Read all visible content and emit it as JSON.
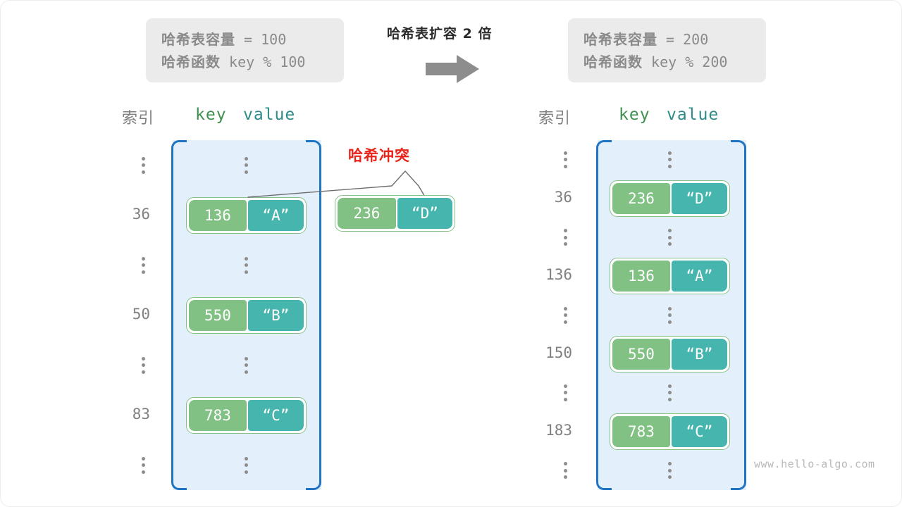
{
  "diagram": {
    "transition_title": "哈希表扩容 2 倍",
    "arrow_icon": "right-arrow-icon",
    "watermark": "www.hello-algo.com",
    "colors": {
      "panel_bg": "#e3effa",
      "bracket": "#1f74c4",
      "key_fill": "#81c183",
      "value_fill": "#46b5ae",
      "pair_border": "#86c186",
      "info_bg": "#ebebeb",
      "collision_red": "#e8231a",
      "index_gray": "#808080",
      "key_header_green": "#3f8f4f",
      "value_header_teal": "#2e8b87"
    }
  },
  "before": {
    "info": {
      "capacity_label": "哈希表容量",
      "capacity_expr": " = 100",
      "function_label": "哈希函数",
      "function_expr": " key % 100"
    },
    "headers": {
      "index": "索引",
      "key": "key",
      "value": "value"
    },
    "rows": [
      {
        "type": "dots",
        "index": "⋮",
        "dots": true
      },
      {
        "type": "entry",
        "index": "36",
        "key": "136",
        "value": "“A”"
      },
      {
        "type": "dots",
        "index": "⋮",
        "dots": true
      },
      {
        "type": "entry",
        "index": "50",
        "key": "550",
        "value": "“B”"
      },
      {
        "type": "dots",
        "index": "⋮",
        "dots": true
      },
      {
        "type": "entry",
        "index": "83",
        "key": "783",
        "value": "“C”"
      },
      {
        "type": "dots",
        "index": "⋮",
        "dots": true
      }
    ]
  },
  "collision": {
    "label": "哈希冲突",
    "pending_entry": {
      "key": "236",
      "value": "“D”"
    }
  },
  "after": {
    "info": {
      "capacity_label": "哈希表容量",
      "capacity_expr": " = 200",
      "function_label": "哈希函数",
      "function_expr": " key % 200"
    },
    "headers": {
      "index": "索引",
      "key": "key",
      "value": "value"
    },
    "rows": [
      {
        "type": "dots",
        "index": "⋮",
        "dots": true
      },
      {
        "type": "entry",
        "index": "36",
        "key": "236",
        "value": "“D”"
      },
      {
        "type": "dots",
        "index": "⋮",
        "dots": true
      },
      {
        "type": "entry",
        "index": "136",
        "key": "136",
        "value": "“A”"
      },
      {
        "type": "dots",
        "index": "⋮",
        "dots": true
      },
      {
        "type": "entry",
        "index": "150",
        "key": "550",
        "value": "“B”"
      },
      {
        "type": "dots",
        "index": "⋮",
        "dots": true
      },
      {
        "type": "entry",
        "index": "183",
        "key": "783",
        "value": "“C”"
      },
      {
        "type": "dots",
        "index": "⋮",
        "dots": true
      }
    ]
  }
}
